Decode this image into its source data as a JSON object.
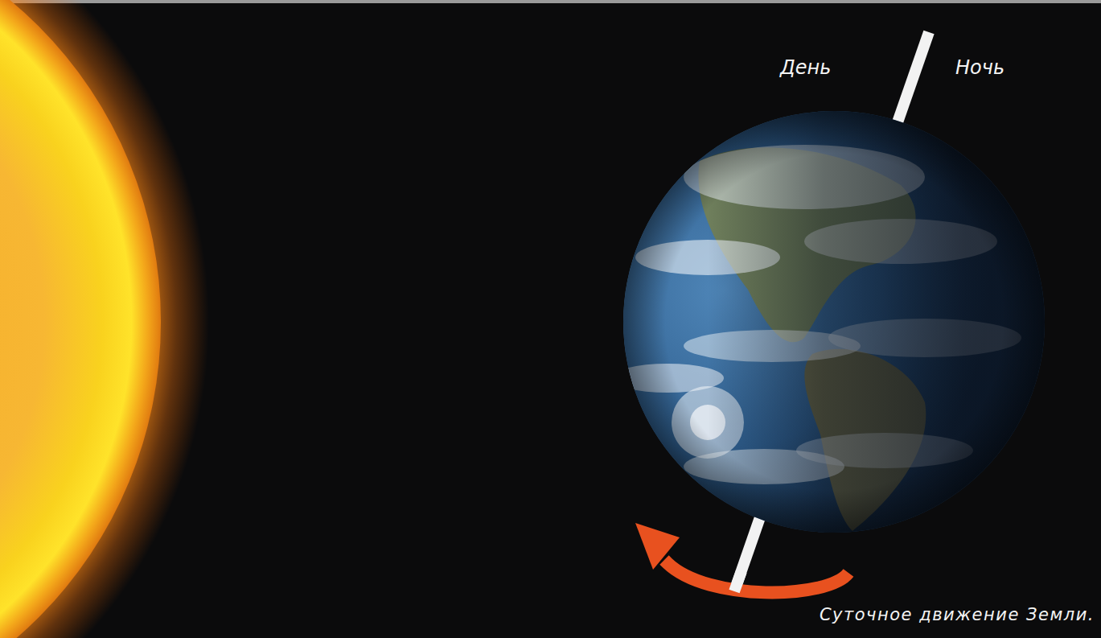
{
  "diagram": {
    "caption": "Суточное движение Земли.",
    "labels": [
      "День",
      "Ночь"
    ]
  }
}
